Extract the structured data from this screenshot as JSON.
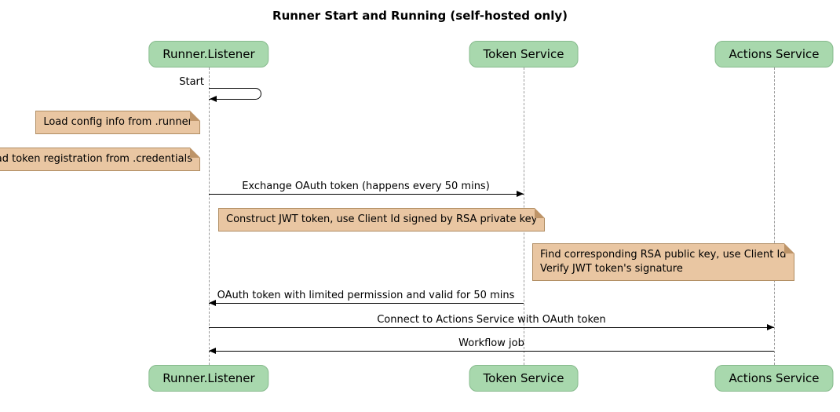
{
  "title": "Runner Start and Running (self-hosted only)",
  "diagram_type": "sequence",
  "participants": [
    {
      "label": "Runner.Listener"
    },
    {
      "label": "Token Service"
    },
    {
      "label": "Actions Service"
    }
  ],
  "messages": [
    {
      "label": "Start",
      "from": "Runner.Listener",
      "to": "Runner.Listener",
      "type": "self"
    },
    {
      "label": "Exchange OAuth token (happens every 50 mins)",
      "from": "Runner.Listener",
      "to": "Token Service",
      "type": "solid"
    },
    {
      "label": "OAuth token with limited permission and valid for 50 mins",
      "from": "Token Service",
      "to": "Runner.Listener",
      "type": "solid"
    },
    {
      "label": "Connect to Actions Service with OAuth token",
      "from": "Runner.Listener",
      "to": "Actions Service",
      "type": "solid"
    },
    {
      "label": "Workflow job",
      "from": "Actions Service",
      "to": "Runner.Listener",
      "type": "solid"
    }
  ],
  "notes": [
    {
      "lines": [
        "Load config info from .runner"
      ],
      "anchor": "Runner.Listener"
    },
    {
      "lines": [
        "Load token registration from .credentials"
      ],
      "anchor": "Runner.Listener"
    },
    {
      "lines": [
        "Construct JWT token, use Client Id signed by RSA private key"
      ],
      "anchor": "Runner.Listener"
    },
    {
      "lines": [
        "Find corresponding RSA public key, use Client Id",
        "Verify JWT token's signature"
      ],
      "anchor": "Actions Service"
    }
  ],
  "colors": {
    "participant_fill": "#a8d8ad",
    "participant_border": "#86ba8c",
    "note_fill": "#e9c6a2",
    "note_border": "#b08d62",
    "lifeline": "#9a9a9a",
    "arrow": "#000000",
    "background": "#ffffff"
  }
}
